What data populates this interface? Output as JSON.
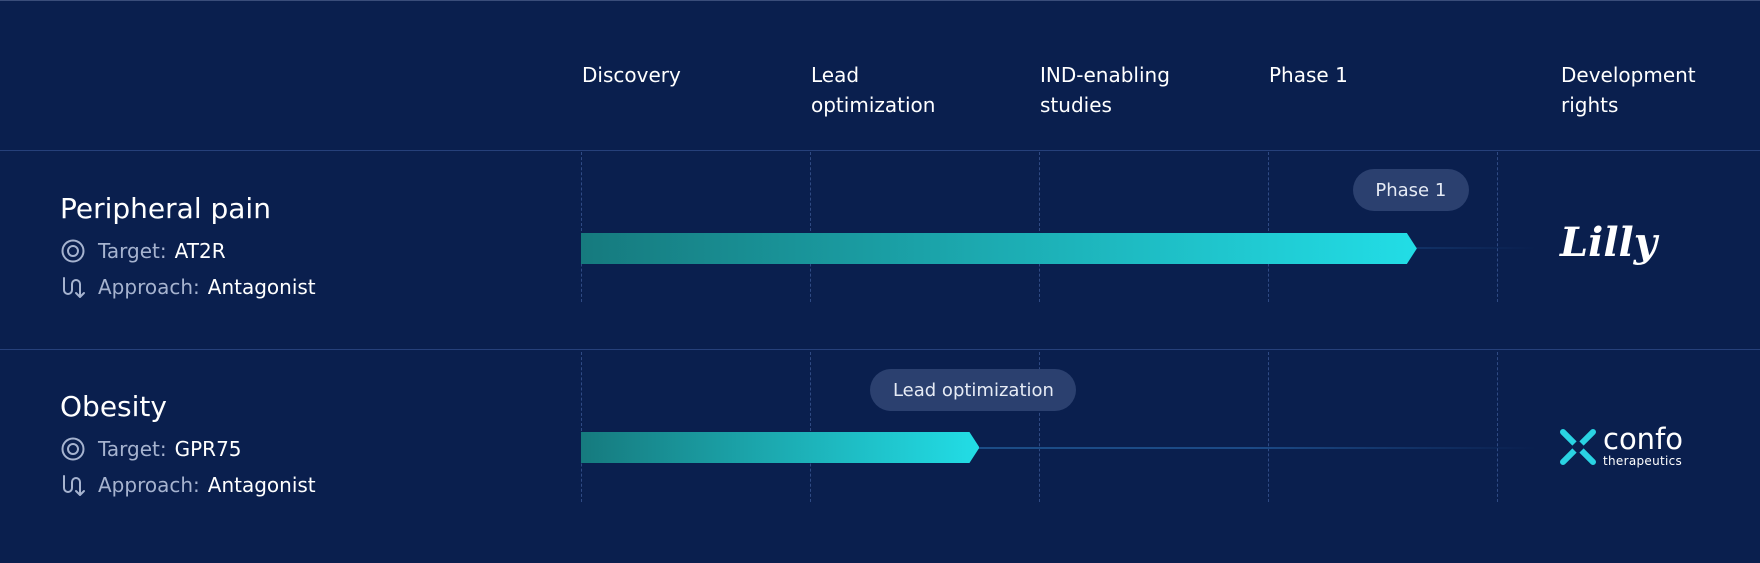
{
  "stages": [
    "Discovery",
    "Lead\noptimization",
    "IND-enabling\nstudies",
    "Phase 1"
  ],
  "rights_header": "Development\nrights",
  "programs": [
    {
      "indication": "Peripheral pain",
      "target_label": "Target:",
      "target_value": "AT2R",
      "approach_label": "Approach:",
      "approach_value": "Antagonist",
      "current_stage": "Phase 1",
      "progress_stage_fraction": 3.65,
      "partner_logo": "Lilly"
    },
    {
      "indication": "Obesity",
      "target_label": "Target:",
      "target_value": "GPR75",
      "approach_label": "Approach:",
      "approach_value": "Antagonist",
      "current_stage": "Lead optimization",
      "progress_stage_fraction": 1.74,
      "partner_logo": "confo",
      "partner_logo_sub": "therapeutics"
    }
  ],
  "colors": {
    "background": "#0a1f4e",
    "bar_start": "#167a7e",
    "bar_end": "#22dde6",
    "pill": "#2b406f",
    "confo_icon": "#2ad3e3"
  },
  "icons": {
    "target": "target-icon",
    "approach": "approach-icon"
  }
}
